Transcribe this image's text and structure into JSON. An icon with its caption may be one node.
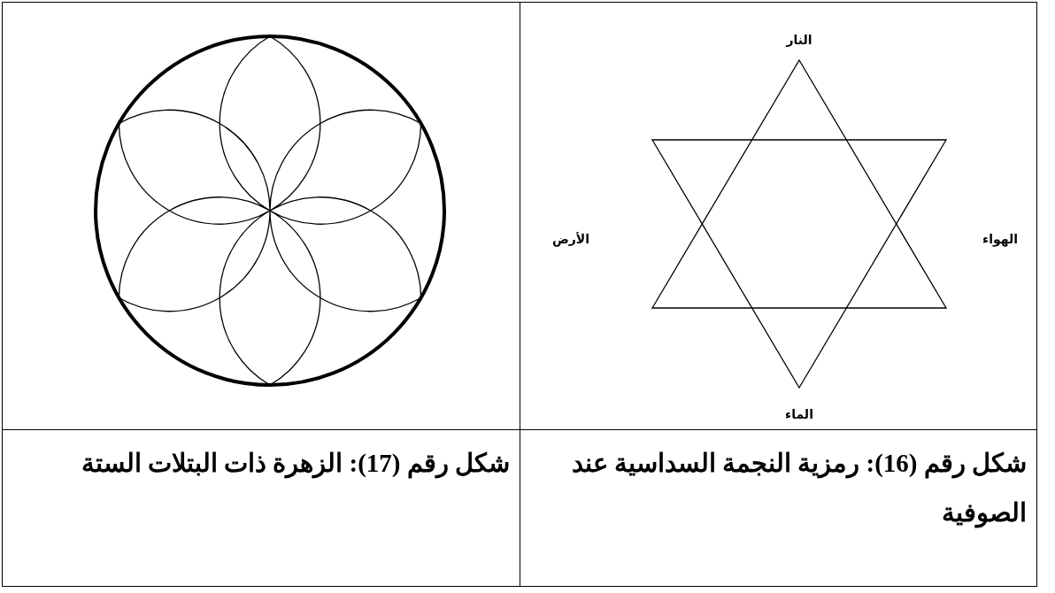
{
  "diagram": {
    "labels": [
      "النار",
      "الهواء",
      "الأرض",
      "الماء",
      "شكل رقم (16): رمزية النجمة السداسية عند الصوفية",
      "شكل رقم (17): الزهرة ذات البتلات الستة"
    ]
  }
}
